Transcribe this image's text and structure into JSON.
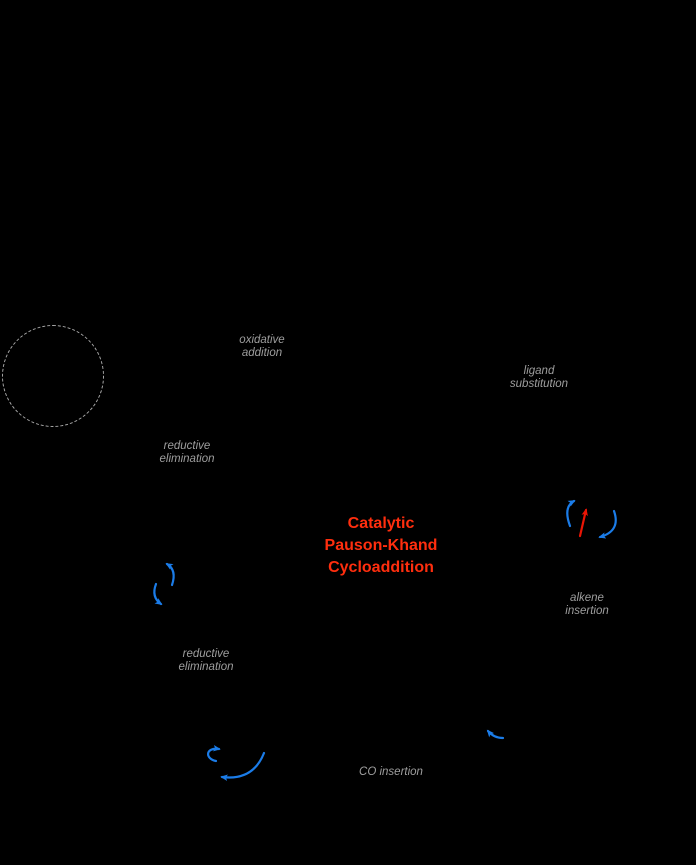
{
  "figure": {
    "title": {
      "line1": "Catalytic",
      "line2": "Pauson-Khand",
      "line3": "Cycloaddition"
    },
    "labels": {
      "oxidative_addition": {
        "line1": "oxidative",
        "line2": "addition"
      },
      "ligand_substitution": {
        "line1": "ligand",
        "line2": "substitution"
      },
      "reductive_elimination_top": {
        "line1": "reductive",
        "line2": "elimination"
      },
      "alkene_insertion": {
        "line1": "alkene",
        "line2": "insertion"
      },
      "reductive_elimination_bottom": {
        "line1": "reductive",
        "line2": "elimination"
      },
      "co_insertion": {
        "line1": "CO insertion"
      }
    },
    "shapes": {
      "catalyst_circle": "dashed-circle",
      "arrows": [
        "curved-arrow-blue-up",
        "curved-arrow-blue-down",
        "curved-arrow-blue-center-left",
        "straight-arrow-red-center",
        "curved-arrow-blue-center-right",
        "curved-arrow-blue-hook",
        "curved-arrow-blue-sweep",
        "curved-arrow-blue-co"
      ]
    }
  },
  "colors": {
    "background": "#000000",
    "label-gray": "#9e9e9e",
    "circle-gray": "#a8a8a8",
    "title-red": "#ff2e0e",
    "arrow-blue": "#1b7ce8",
    "arrow-red": "#ea1505"
  }
}
